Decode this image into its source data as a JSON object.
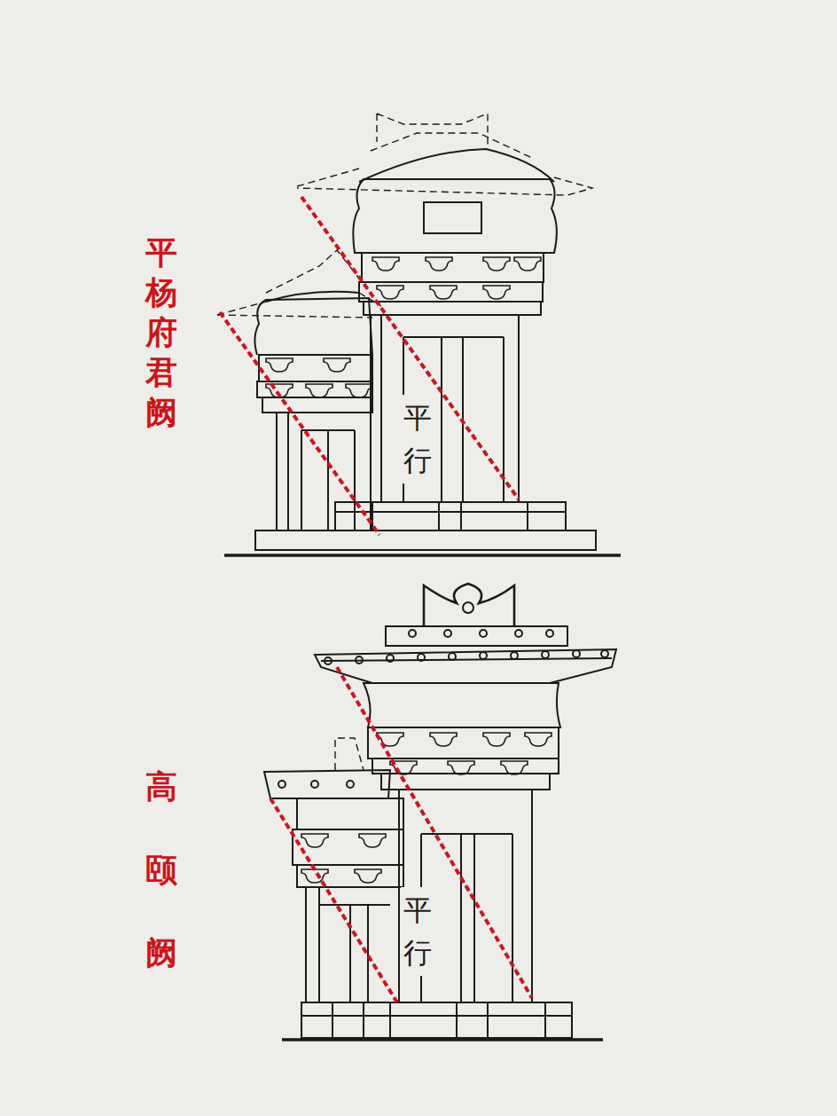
{
  "diagram": {
    "labels": [
      "平杨府君阙",
      "平行",
      "高颐阙",
      "平行"
    ]
  }
}
